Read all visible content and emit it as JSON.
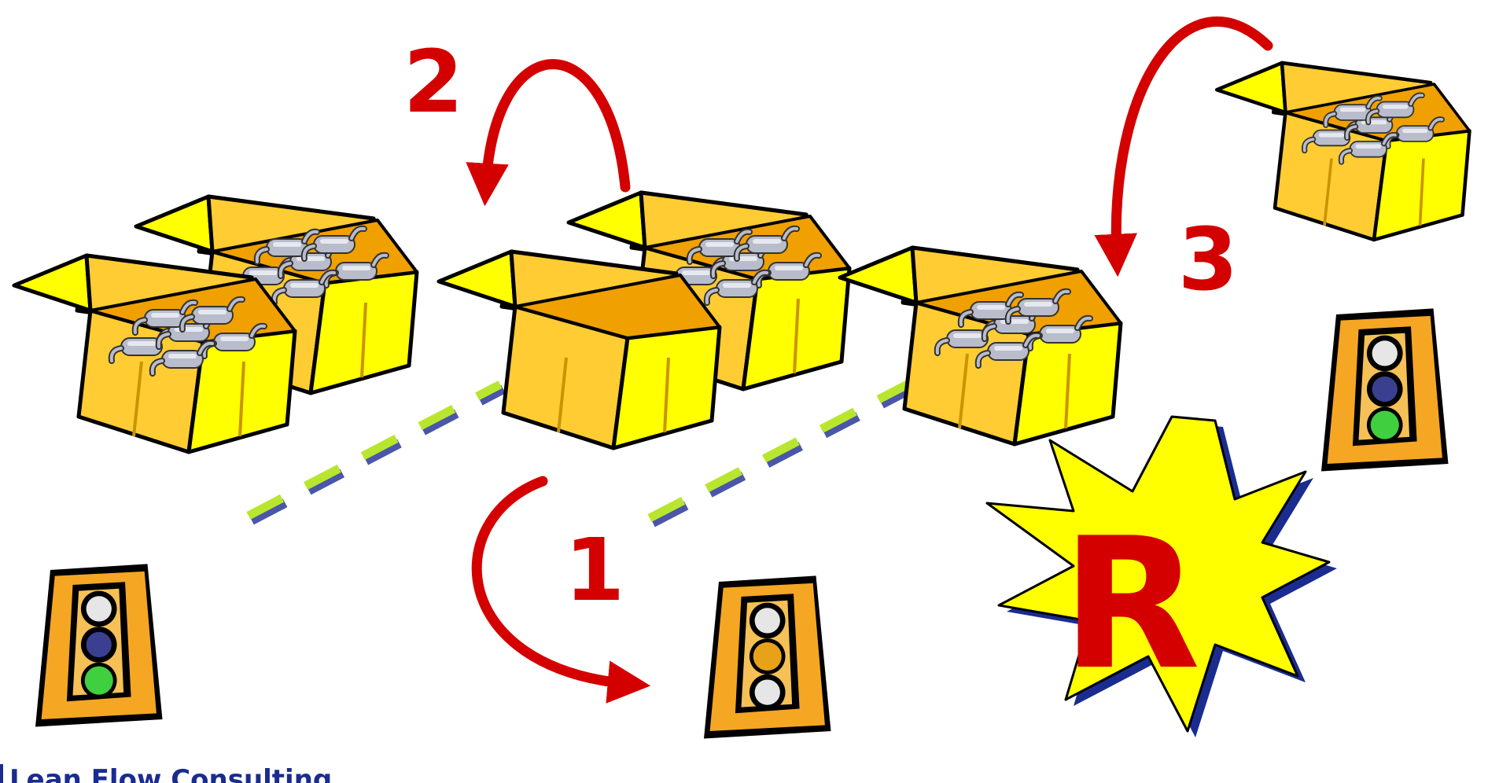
{
  "steps": [
    {
      "number": "1"
    },
    {
      "number": "2"
    },
    {
      "number": "3"
    }
  ],
  "burst": {
    "letter": "R",
    "fill": "#ffff00"
  },
  "footer": {
    "logo_text": "Lean Flow Consulting"
  },
  "colors": {
    "arrow": "#d40000",
    "box_fill": "#ffff00",
    "box_shade": "#ffcc33",
    "box_dark": "#f0a000",
    "outline": "#000000",
    "part_fill": "#b8bccb",
    "loop_dash": "#b8e62e",
    "signal_case": "#f5a623",
    "signal_green": "#3fcf3f",
    "signal_amber": "#e8a21a",
    "logo_blue": "#1a2c8f"
  },
  "signals": [
    {
      "lit": "green"
    },
    {
      "lit": "amber"
    },
    {
      "lit": "green"
    }
  ]
}
